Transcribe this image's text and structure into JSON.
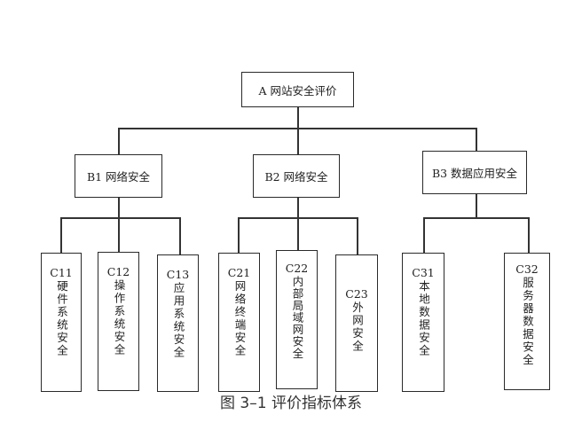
{
  "root": {
    "label": "A 网站安全评价"
  },
  "groups": [
    {
      "label": "B1 网络安全",
      "children": [
        {
          "code": "C11",
          "text": "硬件系统安全"
        },
        {
          "code": "C12",
          "text": "操作系统安全"
        },
        {
          "code": "C13",
          "text": "应用系统安全"
        }
      ]
    },
    {
      "label": "B2 网络安全",
      "children": [
        {
          "code": "C21",
          "text": "网络终端安全"
        },
        {
          "code": "C22",
          "text": "内部局域网安全"
        },
        {
          "code": "C23",
          "text": "外网安全"
        }
      ]
    },
    {
      "label": "B3 数据应用安全",
      "children": [
        {
          "code": "C31",
          "text": "本地数据安全"
        },
        {
          "code": "C32",
          "text": "服务器数据安全"
        }
      ]
    }
  ],
  "caption": "图 3–1  评价指标体系"
}
